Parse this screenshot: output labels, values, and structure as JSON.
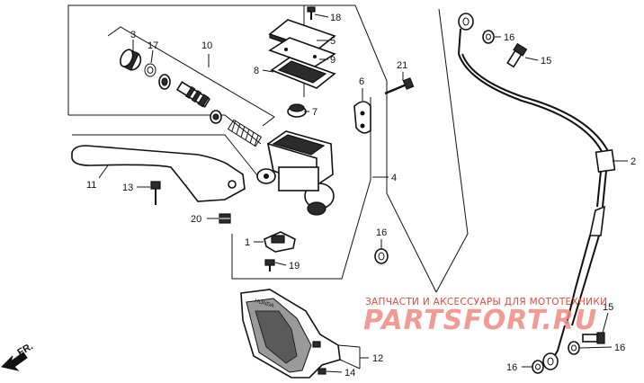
{
  "callouts": {
    "c1": "1",
    "c2": "2",
    "c3": "3",
    "c4": "4",
    "c5": "5",
    "c6": "6",
    "c7": "7",
    "c8": "8",
    "c9": "9",
    "c10": "10",
    "c11": "11",
    "c12": "12",
    "c13": "13",
    "c14": "14",
    "c15a": "15",
    "c15b": "15",
    "c16a": "16",
    "c16b": "16",
    "c16c": "16",
    "c16d": "16",
    "c17": "17",
    "c18": "18",
    "c19": "19",
    "c20": "20",
    "c21": "21"
  },
  "direction": {
    "label": "FR."
  },
  "watermark": {
    "tagline": "ЗАПЧАСТИ И АКСЕССУАРЫ ДЛЯ МОТОТЕХНИКИ",
    "logo": "PARTSFORT.RU",
    "color": "#e3483f"
  },
  "guard_brand": {
    "text": "HONDA"
  }
}
